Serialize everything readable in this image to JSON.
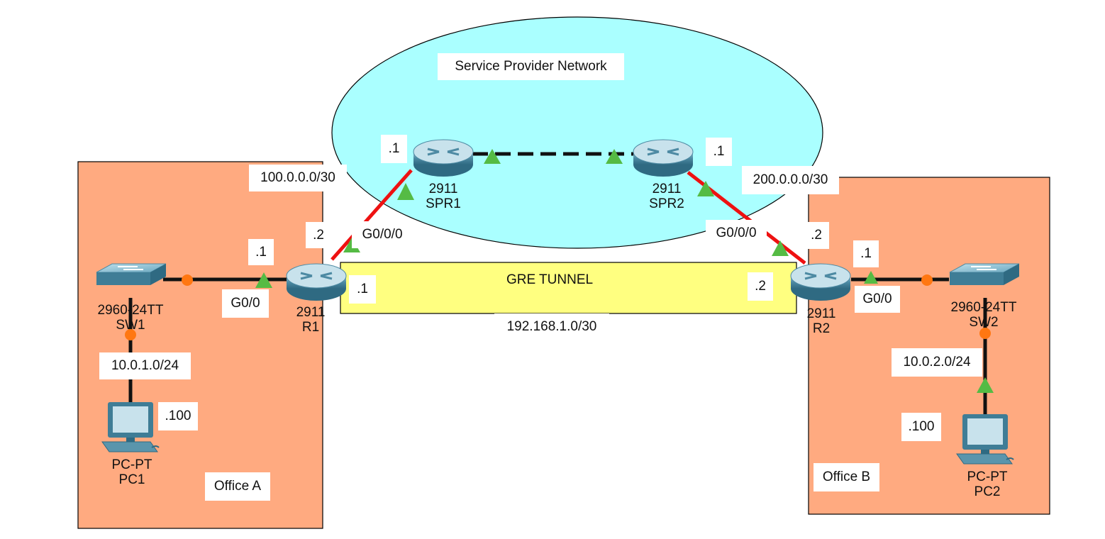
{
  "diagram": {
    "provider_cloud": {
      "label": "Service Provider Network",
      "color": "#aaffff"
    },
    "office_a": {
      "label": "Office A",
      "color": "#ffaa80"
    },
    "office_b": {
      "label": "Office B",
      "color": "#ffaa80"
    },
    "tunnel": {
      "label": "GRE TUNNEL",
      "subnet": "192.168.1.0/30",
      "color": "#ffff80"
    },
    "devices": {
      "spr1": {
        "model": "2911",
        "name": "SPR1",
        "icon": "router-icon"
      },
      "spr2": {
        "model": "2911",
        "name": "SPR2",
        "icon": "router-icon"
      },
      "r1": {
        "model": "2911",
        "name": "R1",
        "icon": "router-icon"
      },
      "r2": {
        "model": "2911",
        "name": "R2",
        "icon": "router-icon"
      },
      "sw1": {
        "model": "2960-24TT",
        "name": "SW1",
        "icon": "switch-icon"
      },
      "sw2": {
        "model": "2960-24TT",
        "name": "SW2",
        "icon": "switch-icon"
      },
      "pc1": {
        "model": "PC-PT",
        "name": "PC1",
        "icon": "pc-icon"
      },
      "pc2": {
        "model": "PC-PT",
        "name": "PC2",
        "icon": "pc-icon"
      }
    },
    "subnets": {
      "wan_a": "100.0.0.0/30",
      "wan_b": "200.0.0.0/30",
      "lan_a": "10.0.1.0/24",
      "lan_b": "10.0.2.0/24"
    },
    "interfaces": {
      "r1_wan": "G0/0/0",
      "r2_wan": "G0/0/0",
      "r1_lan": "G0/0",
      "r2_lan": "G0/0"
    },
    "hosts": {
      "spr1": ".1",
      "spr2": ".1",
      "r1_wan": ".2",
      "r2_wan": ".2",
      "r1_lan": ".1",
      "r2_lan": ".1",
      "r1_tunnel": ".1",
      "r2_tunnel": ".2",
      "pc1": ".100",
      "pc2": ".100"
    },
    "link_colors": {
      "wan": "#ee1111",
      "lan": "#111111",
      "up": "#55bb44",
      "down": "#ff7711"
    }
  }
}
